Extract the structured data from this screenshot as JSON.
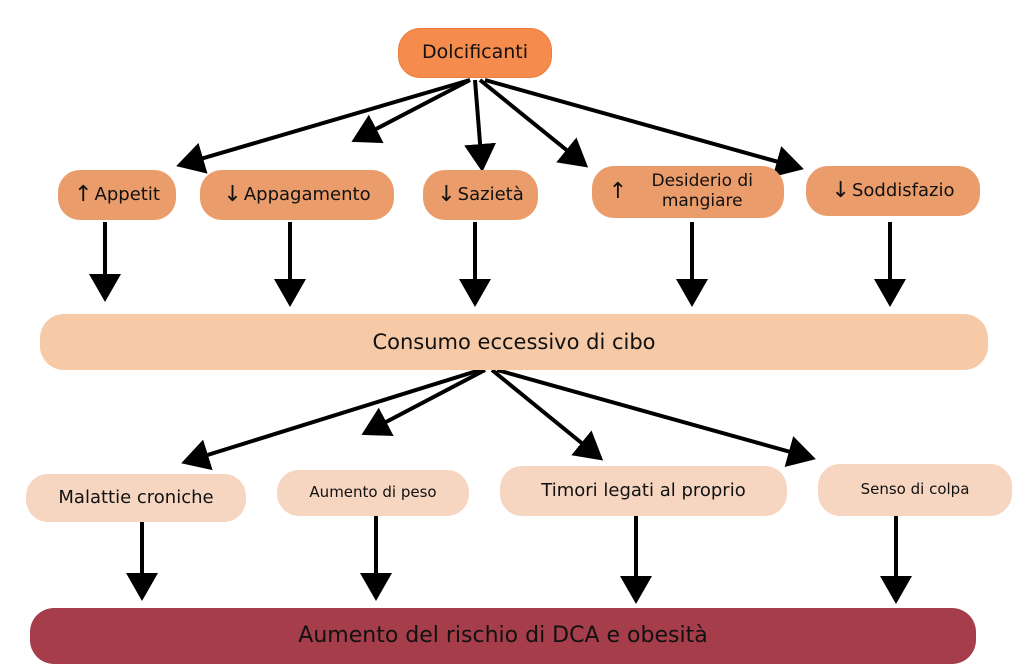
{
  "source": {
    "label": "Dolcificanti"
  },
  "effects": [
    {
      "prefix": "↑",
      "label": "Appetit"
    },
    {
      "prefix": "↓",
      "label": "Appagamento"
    },
    {
      "prefix": "↓",
      "label": "Sazietà"
    },
    {
      "prefix": "↑",
      "label": "Desiderio di mangiare"
    },
    {
      "prefix": "↓",
      "label": "Soddisfazio"
    }
  ],
  "middle": {
    "label": "Consumo eccessivo di cibo"
  },
  "consequences": [
    {
      "label": "Malattie croniche"
    },
    {
      "label": "Aumento di peso"
    },
    {
      "label": "Timori legati al proprio"
    },
    {
      "label": "Senso di colpa"
    }
  ],
  "outcome": {
    "label": "Aumento del rischio di DCA e obesità"
  },
  "colors": {
    "source_fill": "#f58b4c",
    "effect_fill": "#eb9c6b",
    "middle_fill": "#f6c9a7",
    "consequence_fill": "#f6d6c1",
    "outcome_fill": "#a63d4a",
    "arrow": "#000000"
  }
}
